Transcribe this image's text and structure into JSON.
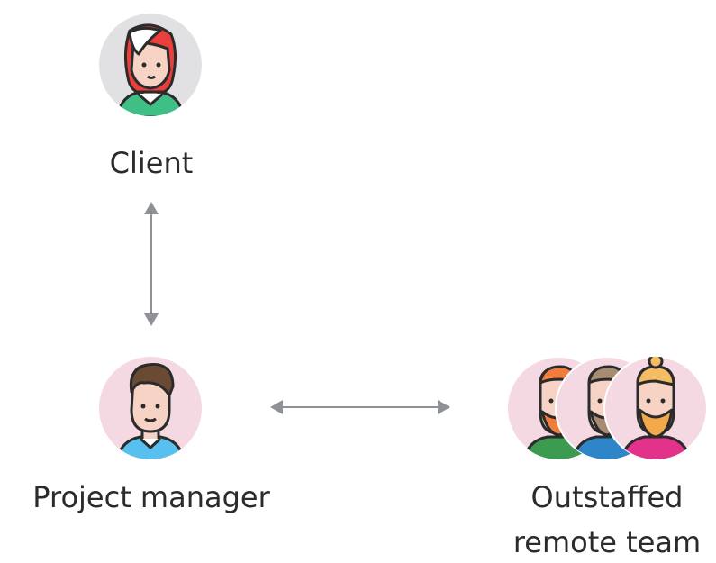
{
  "nodes": {
    "client": {
      "label": "Client"
    },
    "project_manager": {
      "label": "Project manager"
    },
    "team": {
      "label_line1": "Outstaffed",
      "label_line2": "remote team"
    }
  },
  "colors": {
    "arrow": "#8e9196",
    "outline": "#2b2b2b",
    "skin": "#f6d3c4",
    "client_bg": "#e1e1e3",
    "client_hair": "#ea3f3a",
    "client_shirt": "#3fbe86",
    "pm_bg": "#f4d8e2",
    "pm_hair": "#6b4a34",
    "pm_shirt": "#58c0ee",
    "team_bg": "#f4d8e2",
    "team_beard_1": "#f07d3b",
    "team_beard_2": "#a78b73",
    "team_beard_3": "#f2a94a",
    "team_hair_3": "#f5bc63",
    "team_shirt_1": "#3c9a51",
    "team_shirt_2": "#2e85c8",
    "team_shirt_3": "#e2328a"
  },
  "icons": {
    "client": "client-avatar-icon",
    "project_manager": "project-manager-avatar-icon",
    "team": "team-avatars-icon"
  }
}
